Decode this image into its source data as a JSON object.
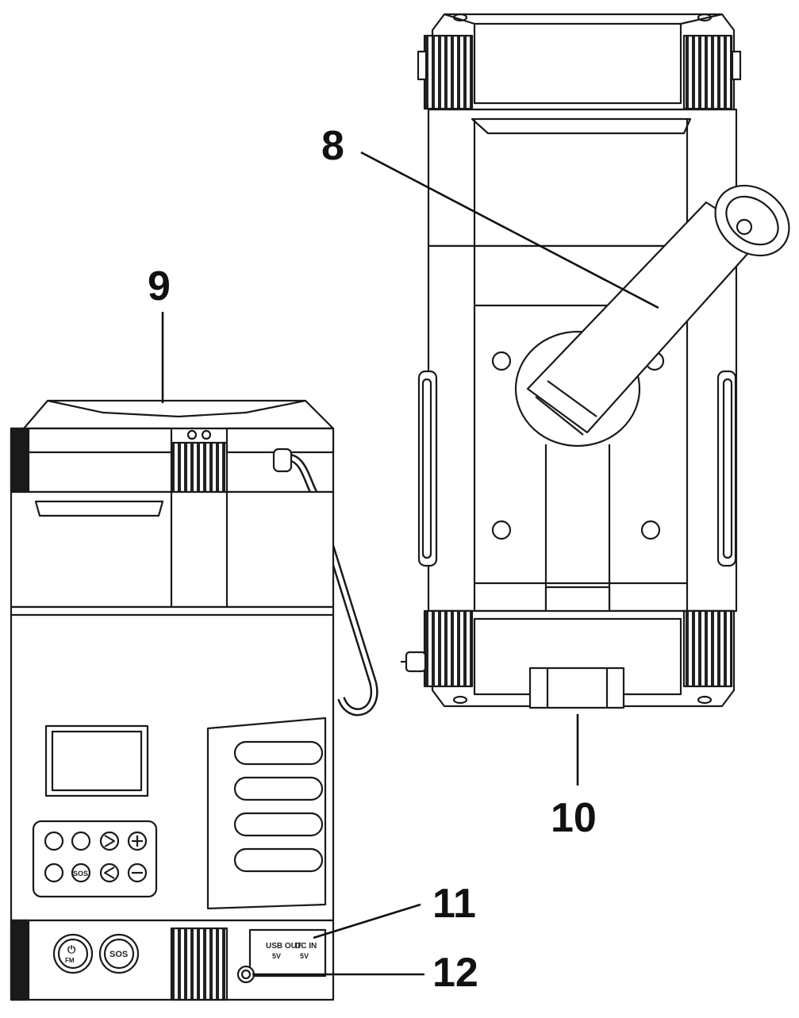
{
  "callouts": {
    "c8": "8",
    "c9": "9",
    "c10": "10",
    "c11": "11",
    "c12": "12"
  },
  "device_text": {
    "usb_out": "USB OUT",
    "usb_out_v": "5V",
    "dc_in": "DC IN",
    "dc_in_v": "5V",
    "btn_left": "⏻",
    "btn_left_sub": "FM",
    "btn_right": "SOS",
    "keypad_sos": "SOS"
  },
  "colors": {
    "stroke": "#1a1a1a",
    "fill_light": "#ffffff",
    "grip_dark": "#2a2a2a"
  }
}
